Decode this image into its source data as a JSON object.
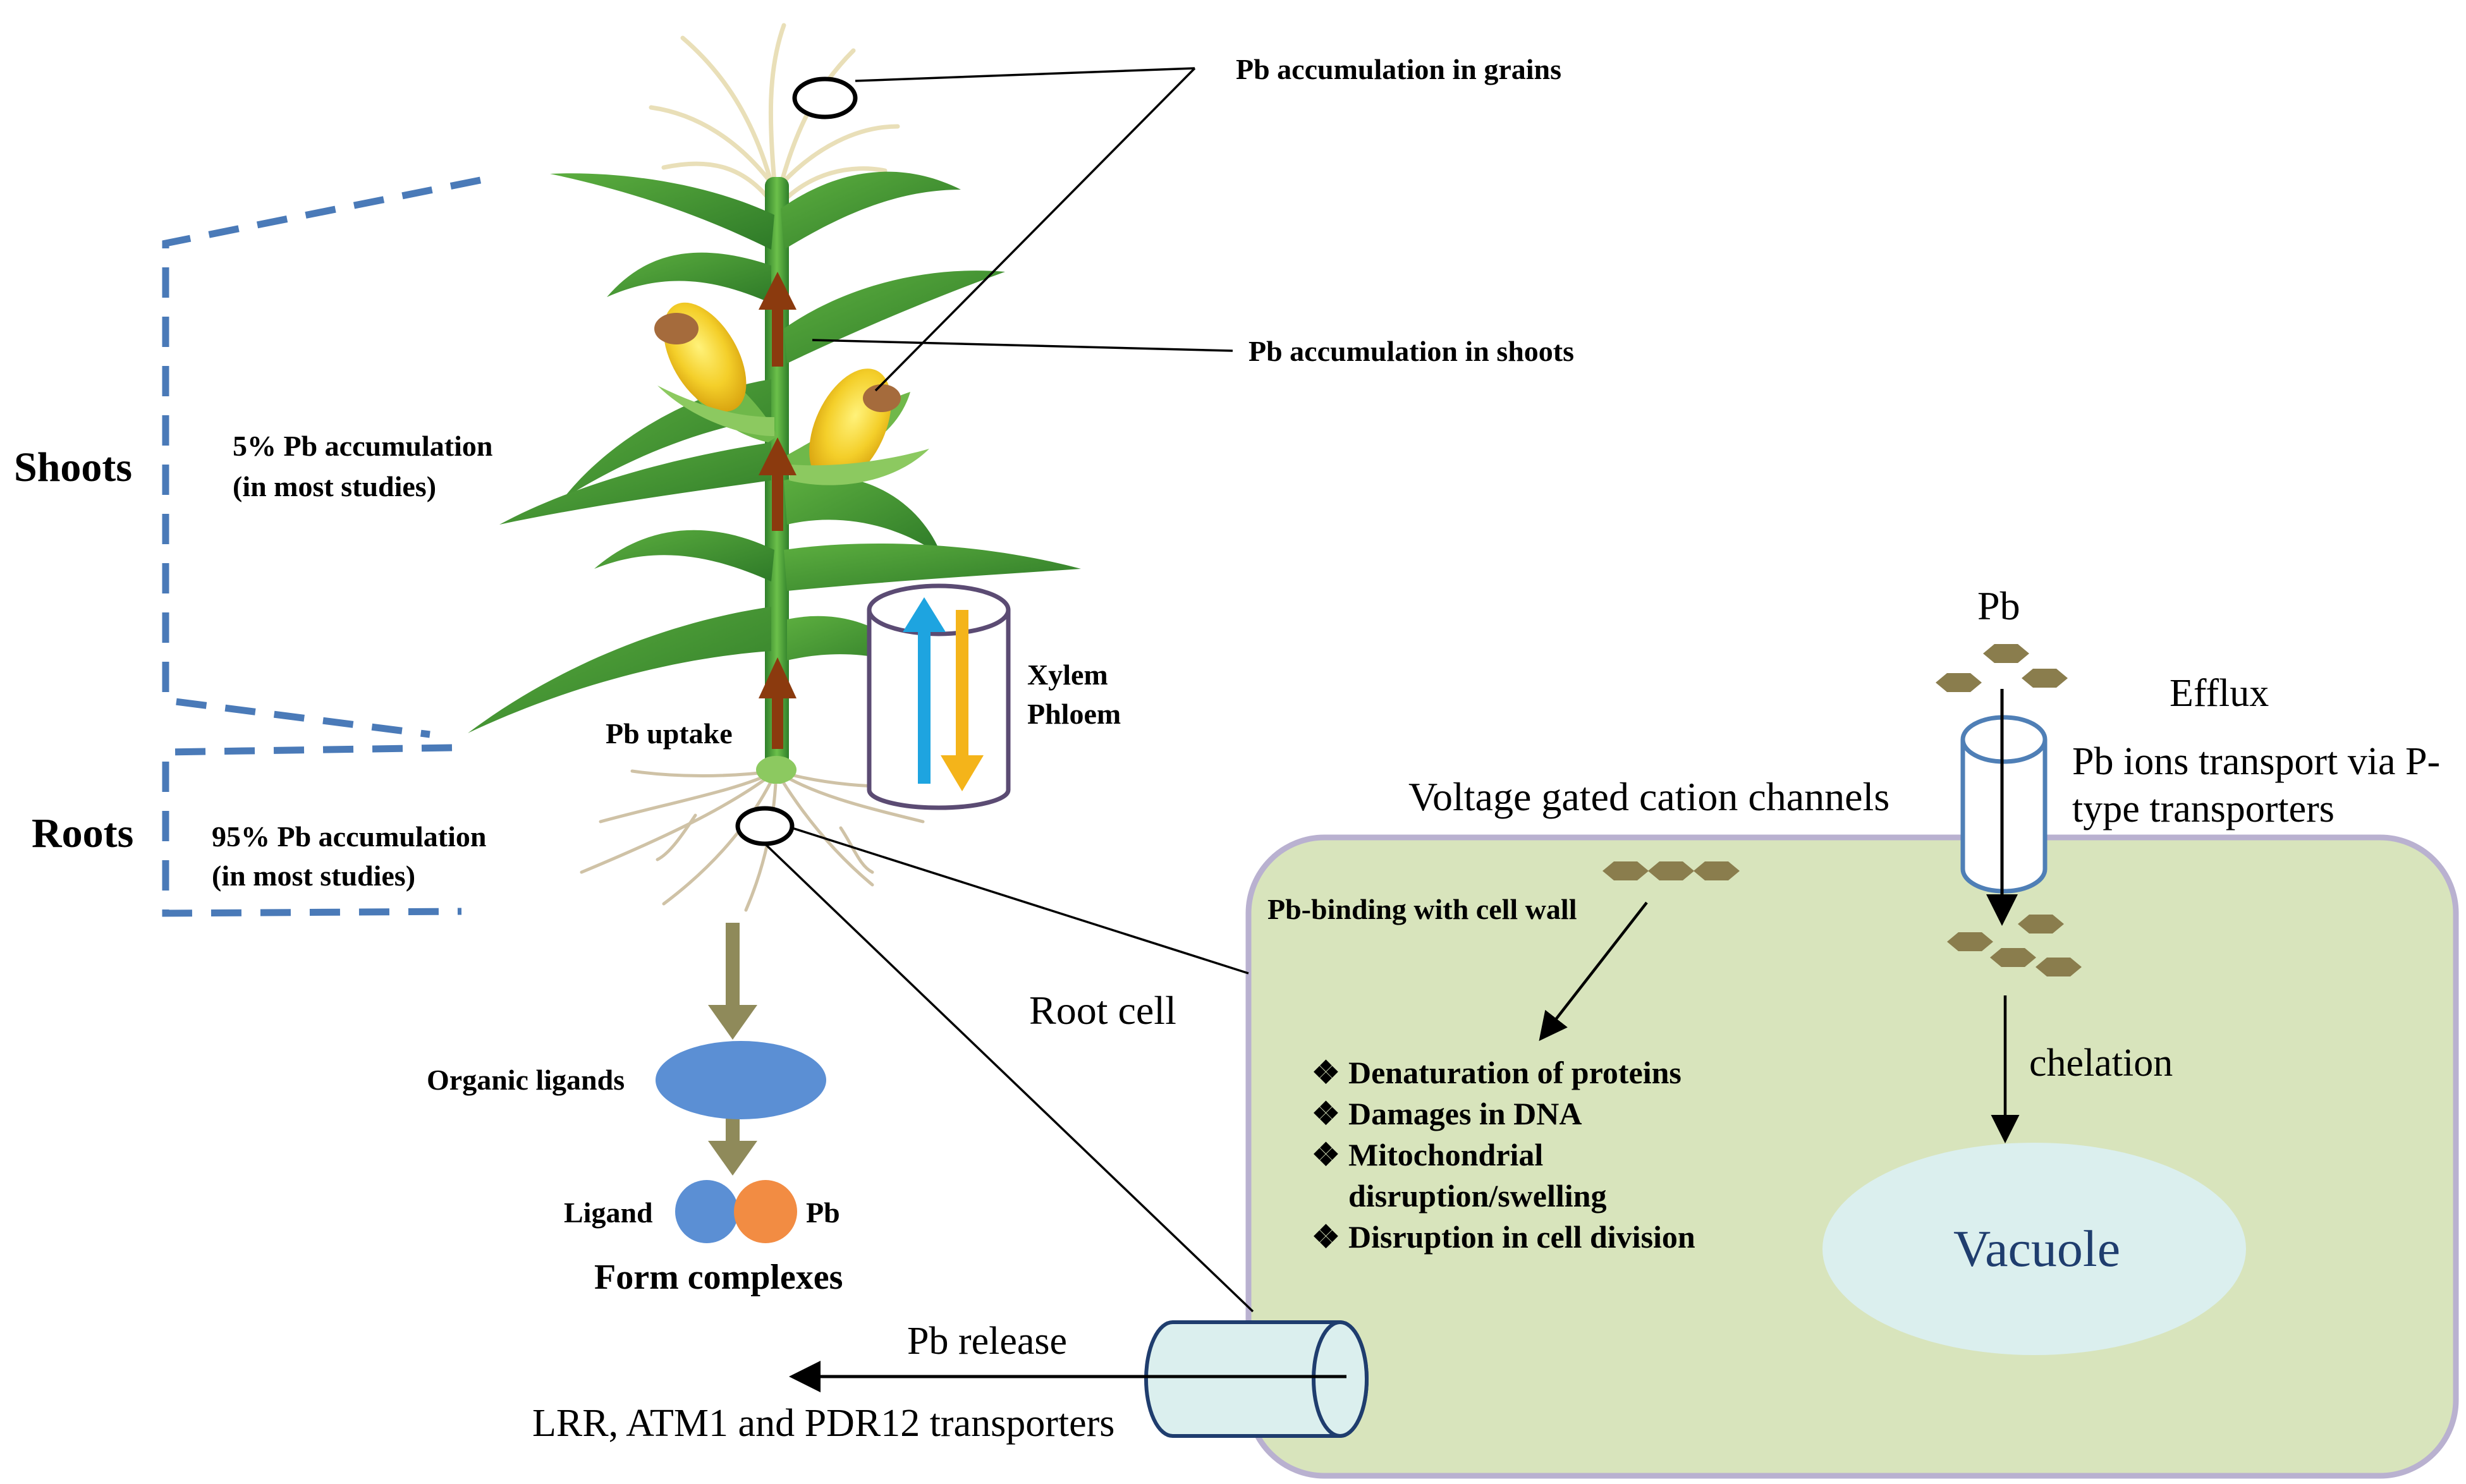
{
  "labels": {
    "shoots": "Shoots",
    "roots": "Roots",
    "shoots_pct_line1": "5% Pb accumulation",
    "shoots_pct_line2": "(in most studies)",
    "roots_pct_line1": "95% Pb accumulation",
    "roots_pct_line2": "(in most studies)",
    "grains": "Pb accumulation in grains",
    "shoots_acc": "Pb accumulation in shoots",
    "uptake": "Pb uptake",
    "xylem": "Xylem",
    "phloem": "Phloem",
    "organic_ligands": "Organic ligands",
    "ligand": "Ligand",
    "pb_small": "Pb",
    "form_complexes": "Form complexes",
    "pb_release": "Pb release",
    "transporters": "LRR, ATM1 and PDR12 transporters",
    "root_cell": "Root cell",
    "voltage_channels": "Voltage gated cation channels",
    "pb_top": "Pb",
    "efflux": "Efflux",
    "p_type_line1": "Pb ions transport via P-",
    "p_type_line2": "type transporters",
    "cell_wall": "Pb-binding with cell wall",
    "chelation": "chelation",
    "vacuole": "Vacuole"
  },
  "effects": [
    "Denaturation of proteins",
    "Damages in DNA",
    "Mitochondrial disruption/swelling",
    "Disruption in cell division"
  ],
  "bullet_symbol": "❖",
  "colors": {
    "cell_fill": "#d8e4bc",
    "cell_border": "#b9b1d0",
    "vacuole": "#dbefee",
    "vacuole_text": "#1f3d6e",
    "dashed_blue": "#4a7ab8",
    "stem_arrow": "#8b3a0e",
    "pb_hex": "#8a7d4d",
    "ligand_blue": "#5b8fd4",
    "pb_orange": "#f28c43",
    "olive_arrow": "#8f8a5a",
    "xylem_blue": "#1ea4e0",
    "phloem_yellow": "#f4b41a",
    "cylinder_outline": "#5b4b73",
    "channel_blue": "#4f7fb6",
    "leaf_green": "#3d8c32"
  }
}
